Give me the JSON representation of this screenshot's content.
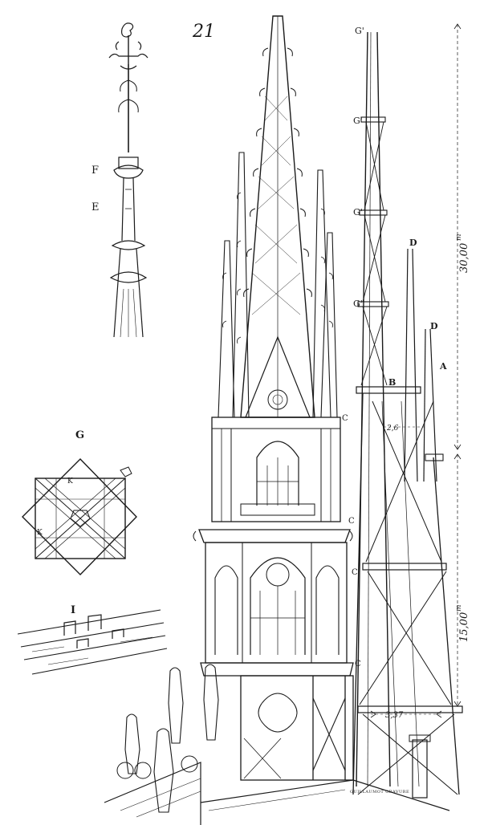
{
  "plate_number": "21",
  "labels": {
    "F": "F",
    "E": "E",
    "G": "G",
    "I": "I",
    "K_top": "K",
    "K_left": "K",
    "G1": "G'",
    "G2": "G'",
    "G3": "G'",
    "G4": "G'",
    "D_top": "D",
    "D_mid": "D",
    "A": "A",
    "B": "B",
    "C1": "C",
    "C2": "C",
    "C3": "C",
    "C4": "C"
  },
  "dimensions": {
    "upper_height": "30,00",
    "upper_unit": "m",
    "lower_height": "15,00",
    "lower_unit": "m",
    "width_small": "2,6",
    "width_base": "3,37"
  },
  "engraver_signature": "GUILLAUMOT GRAVURE",
  "colors": {
    "ink": "#1a1a1a",
    "paper": "#ffffff"
  }
}
